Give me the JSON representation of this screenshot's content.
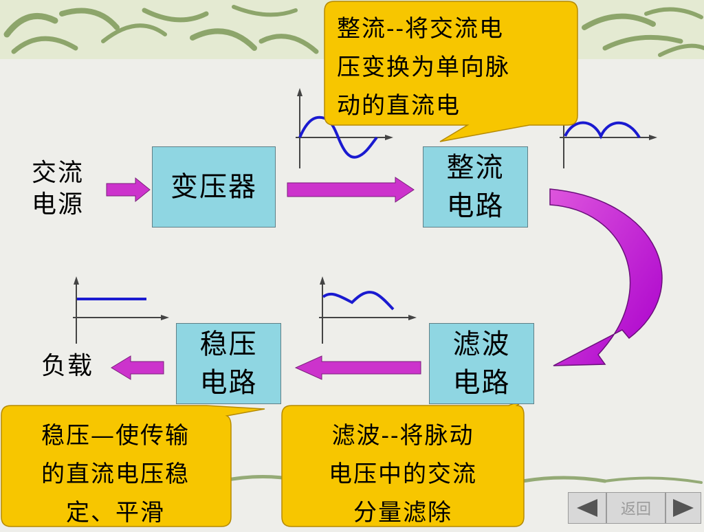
{
  "inputs": {
    "ac_source": "交流\n电源",
    "load": "负载"
  },
  "blocks": {
    "transformer": "变压器",
    "rectifier": "整流\n电路",
    "filter": "滤波\n电路",
    "regulator": "稳压\n电路"
  },
  "callouts": {
    "rectifier": "整流--将交流电\n压变换为单向脉\n动的直流电",
    "filter": "滤波--将脉动\n电压中的交流\n分量滤除",
    "regulator": "稳压—使传输\n的直流电压稳\n定、平滑"
  },
  "nav": {
    "prev_icon": "triangle-left-icon",
    "return_label": "返回",
    "next_icon": "triangle-right-icon"
  },
  "colors": {
    "block_fill": "#8fd6e2",
    "callout_fill": "#f7c600",
    "arrow_fill": "#cc33cc",
    "waveform_stroke": "#1a1ad0",
    "leaf_green": "#7e9a5a"
  }
}
